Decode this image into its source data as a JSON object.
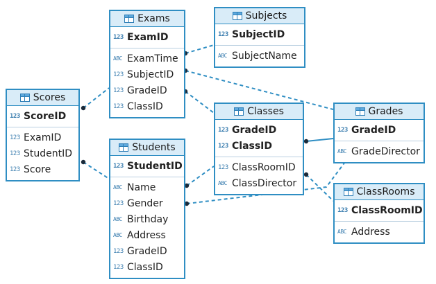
{
  "entities": {
    "exams": {
      "title": "Exams",
      "keys": [
        {
          "name": "ExamID",
          "type": "123"
        }
      ],
      "fields": [
        {
          "name": "ExamTime",
          "type": "ABC"
        },
        {
          "name": "SubjectID",
          "type": "123"
        },
        {
          "name": "GradeID",
          "type": "123"
        },
        {
          "name": "ClassID",
          "type": "123"
        }
      ]
    },
    "subjects": {
      "title": "Subjects",
      "keys": [
        {
          "name": "SubjectID",
          "type": "123"
        }
      ],
      "fields": [
        {
          "name": "SubjectName",
          "type": "ABC"
        }
      ]
    },
    "scores": {
      "title": "Scores",
      "keys": [
        {
          "name": "ScoreID",
          "type": "123"
        }
      ],
      "fields": [
        {
          "name": "ExamID",
          "type": "123"
        },
        {
          "name": "StudentID",
          "type": "123"
        },
        {
          "name": "Score",
          "type": "123"
        }
      ]
    },
    "classes": {
      "title": "Classes",
      "keys": [
        {
          "name": "GradeID",
          "type": "123"
        },
        {
          "name": "ClassID",
          "type": "123"
        }
      ],
      "fields": [
        {
          "name": "ClassRoomID",
          "type": "123"
        },
        {
          "name": "ClassDirector",
          "type": "ABC"
        }
      ]
    },
    "grades": {
      "title": "Grades",
      "keys": [
        {
          "name": "GradeID",
          "type": "123"
        }
      ],
      "fields": [
        {
          "name": "GradeDirector",
          "type": "ABC"
        }
      ]
    },
    "students": {
      "title": "Students",
      "keys": [
        {
          "name": "StudentID",
          "type": "123"
        }
      ],
      "fields": [
        {
          "name": "Name",
          "type": "ABC"
        },
        {
          "name": "Gender",
          "type": "123"
        },
        {
          "name": "Birthday",
          "type": "ABC"
        },
        {
          "name": "Address",
          "type": "ABC"
        },
        {
          "name": "GradeID",
          "type": "123"
        },
        {
          "name": "ClassID",
          "type": "123"
        }
      ]
    },
    "classrooms": {
      "title": "ClassRooms",
      "keys": [
        {
          "name": "ClassRoomID",
          "type": "123"
        }
      ],
      "fields": [
        {
          "name": "Address",
          "type": "ABC"
        }
      ]
    }
  },
  "colors": {
    "border": "#2f8ec3",
    "header": "#d9ecf8",
    "link": "#2f8ec3"
  }
}
